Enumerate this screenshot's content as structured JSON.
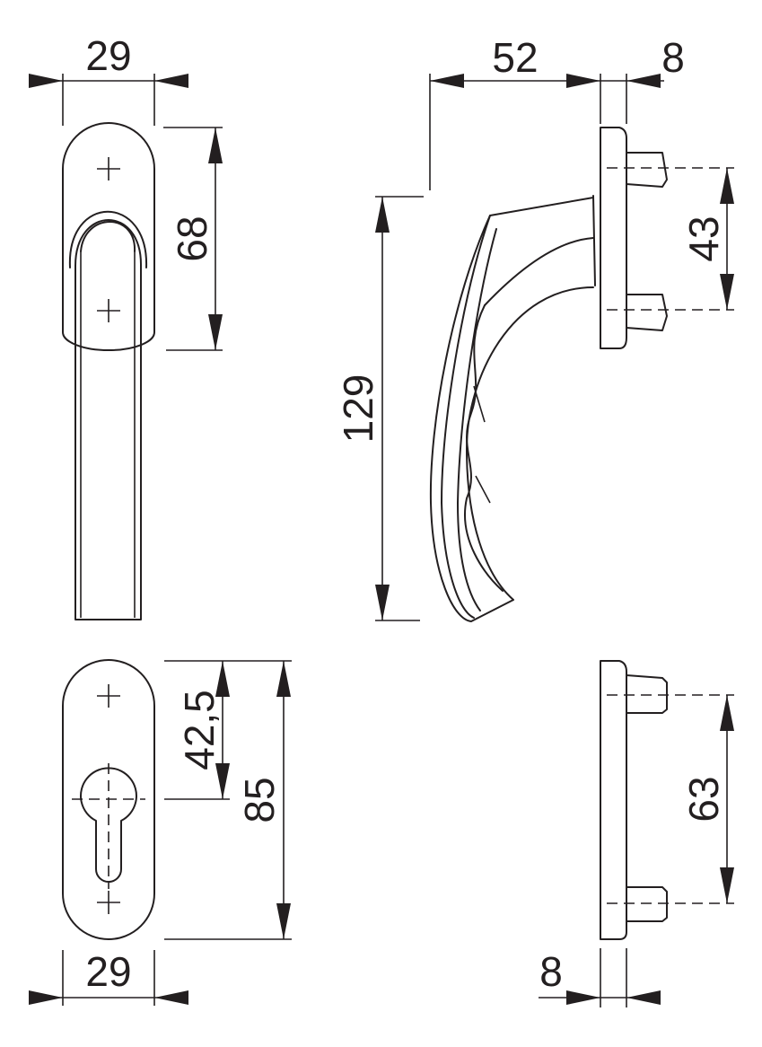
{
  "dimensions": {
    "handle_rose_width": "29",
    "handle_rose_height": "68",
    "handle_projection": "52",
    "rose_thickness_top": "8",
    "handle_length": "129",
    "handle_pin_spacing": "43",
    "key_plate_width": "29",
    "key_center_height": "42,5",
    "key_plate_height": "85",
    "key_pin_spacing": "63",
    "key_plate_thickness": "8"
  },
  "colors": {
    "line": "#231f20",
    "background": "#ffffff"
  }
}
